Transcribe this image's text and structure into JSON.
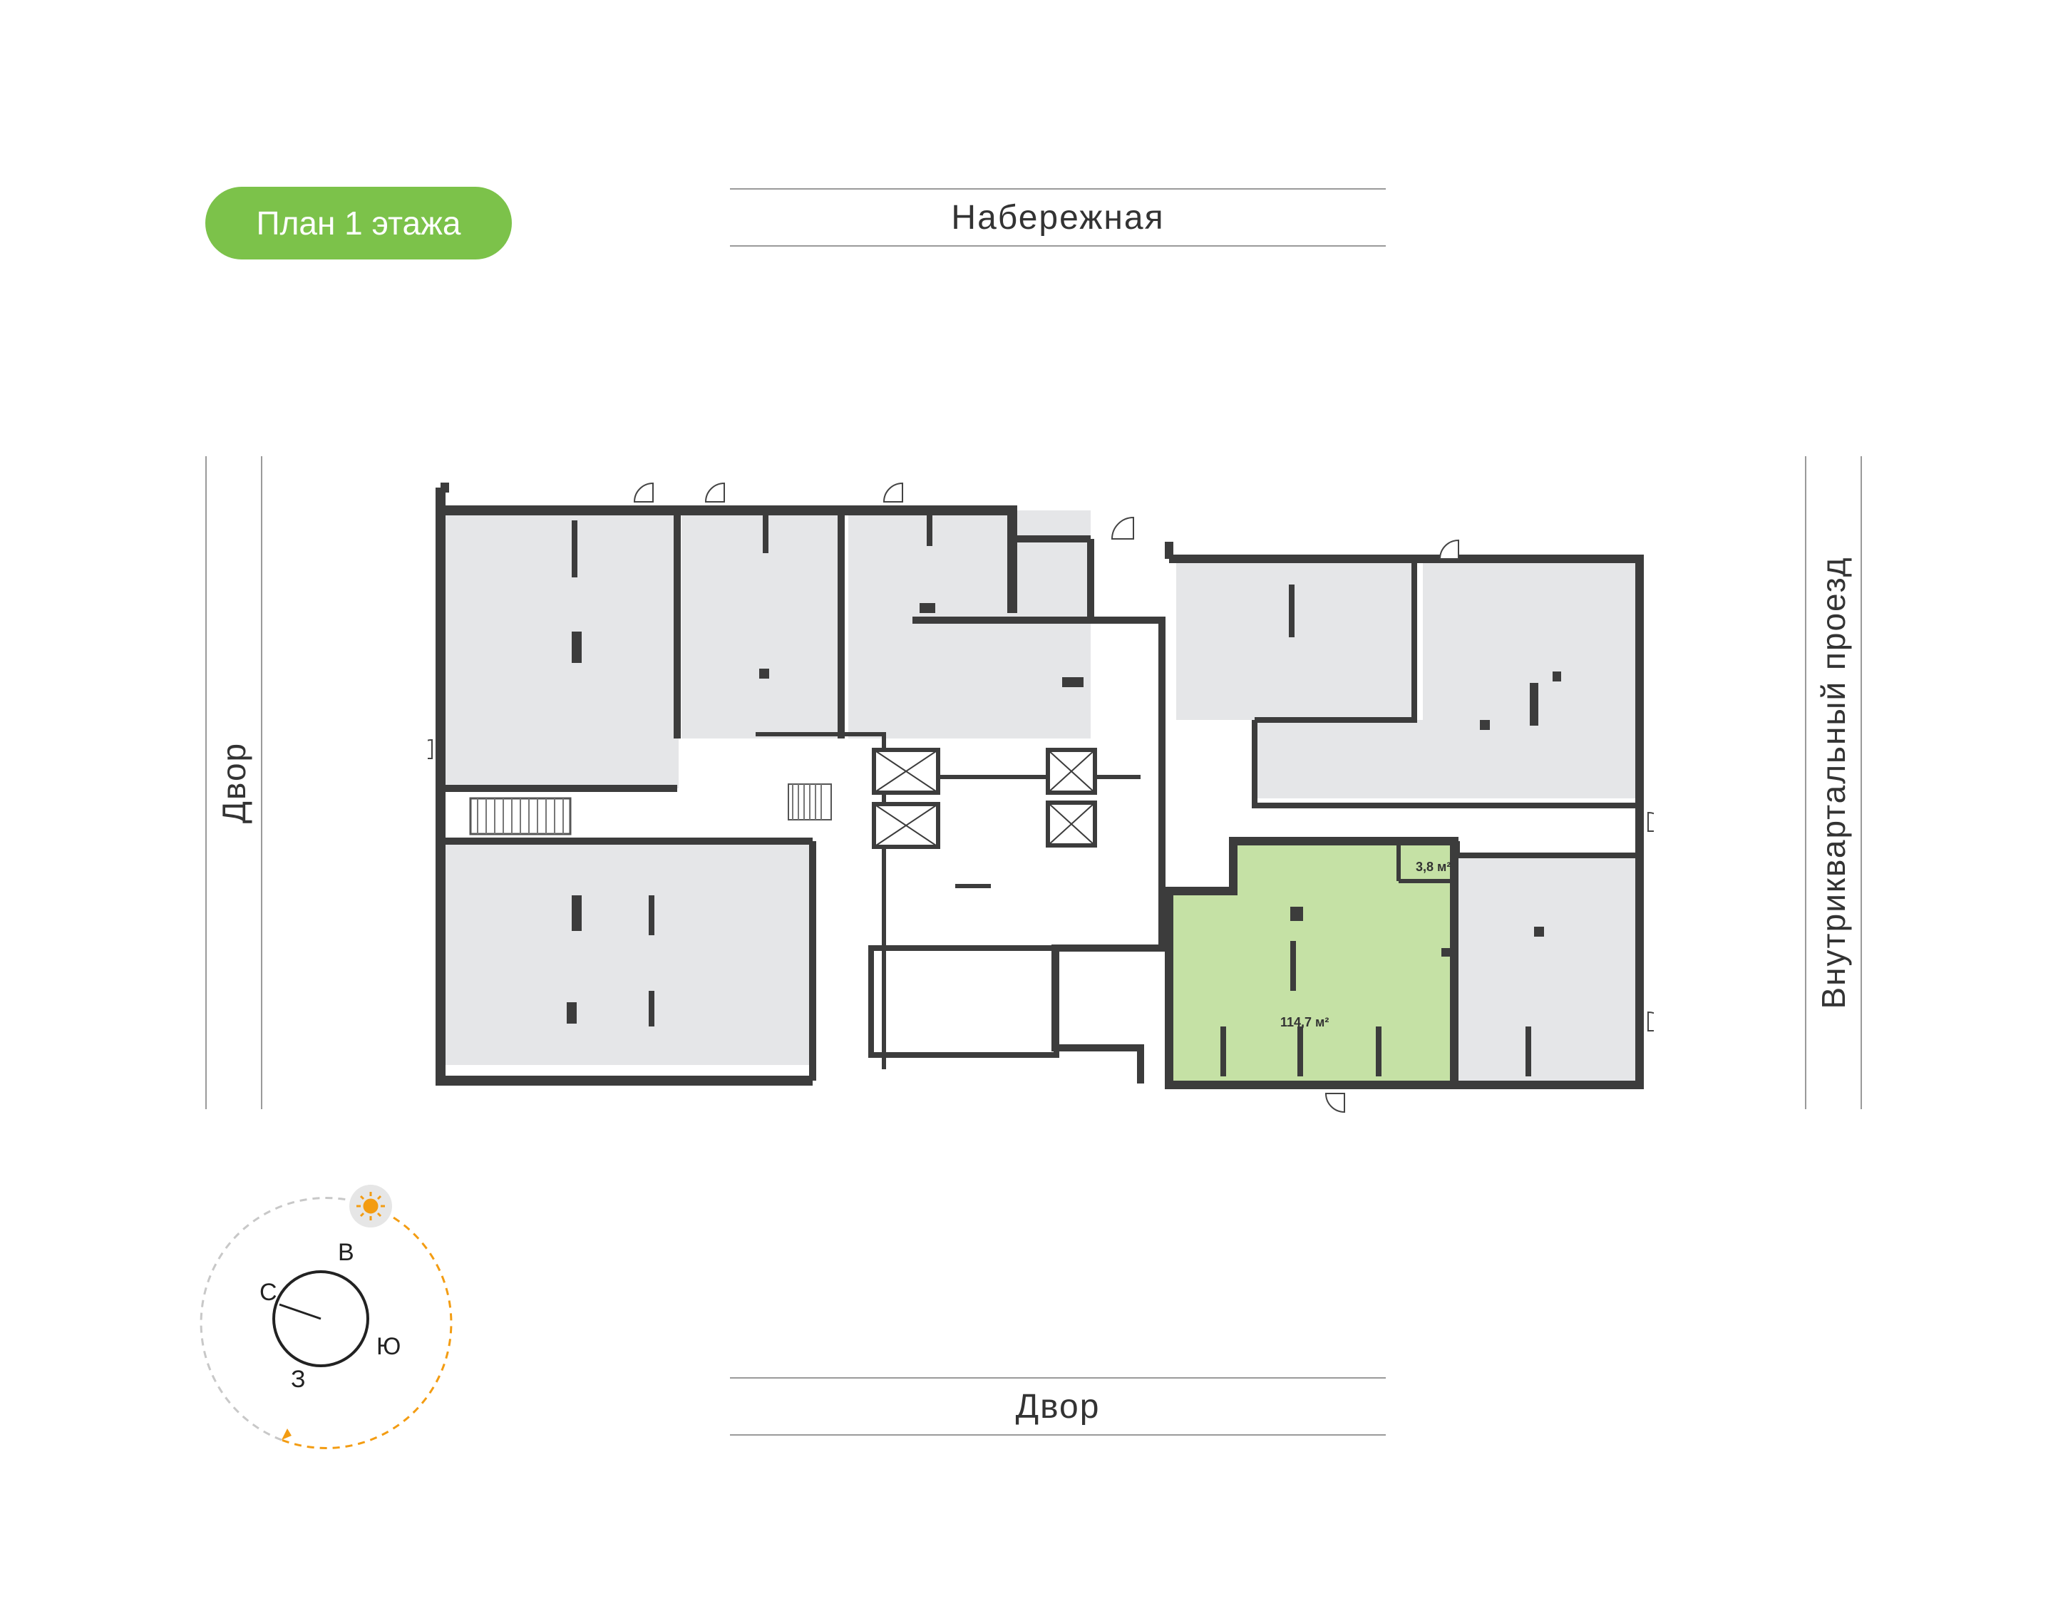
{
  "plan": {
    "title": "План 1 этажа",
    "accent_color": "#7cc24a",
    "highlight_fill": "#c5e1a5",
    "room_fill": "#e5e6e8",
    "wall_color": "#3c3c3c"
  },
  "streets": {
    "top": "Набережная",
    "bottom": "Двор",
    "left": "Двор",
    "right": "Внутриквартальный проезд"
  },
  "areas": {
    "main": "114,7 м²",
    "small": "3,8 м²"
  },
  "compass": {
    "north": "С",
    "east": "В",
    "south": "Ю",
    "west": "З",
    "sun_icon": "sun-icon",
    "sun_color": "#f39c12"
  }
}
